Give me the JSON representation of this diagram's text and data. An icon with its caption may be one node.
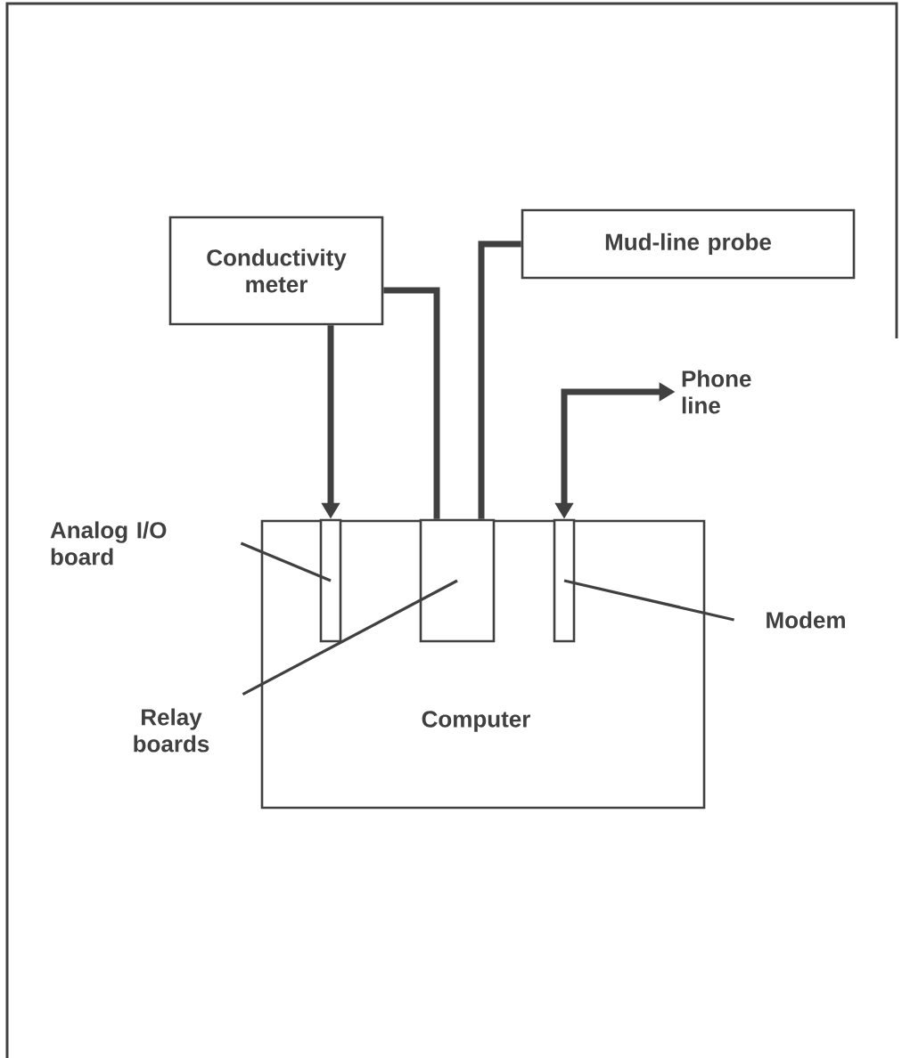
{
  "diagram": {
    "nodes": [
      {
        "text": [
          "Conductivity meter"
        ]
      },
      {
        "text": [
          "Mud-line probe"
        ]
      },
      {
        "text": [
          "Phone line"
        ]
      },
      {
        "text": [
          "Analog I/O board"
        ]
      },
      {
        "text": [
          "Computer"
        ]
      },
      {
        "text": [],
        "shape": "box",
        "in": 4
      },
      {
        "text": [],
        "shape": "box",
        "in": 4
      },
      {
        "text": [],
        "shape": "box",
        "in": 4
      },
      {
        "text": [
          "Modem"
        ]
      },
      {
        "text": [
          "Relay boards"
        ]
      }
    ],
    "edges": [
      {
        "from": 0,
        "to": 5,
        "arrow": "to"
      },
      {
        "from": 0,
        "to": 6,
        "arrow": "none"
      },
      {
        "from": 1,
        "to": 6,
        "arrow": "none"
      },
      {
        "from": 7,
        "to": 2,
        "arrow": "both"
      },
      {
        "from": 3,
        "to": 5,
        "arrow": "none"
      },
      {
        "from": 9,
        "to": 6,
        "arrow": "none"
      },
      {
        "from": 8,
        "to": 7,
        "arrow": "none"
      }
    ]
  }
}
